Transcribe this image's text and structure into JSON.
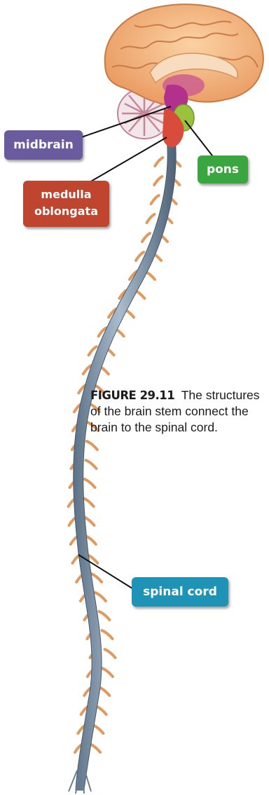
{
  "labels": {
    "midbrain": "midbrain",
    "pons": "pons",
    "medulla_line1": "medulla",
    "medulla_line2": "oblongata",
    "spinal_cord": "spinal cord"
  },
  "caption": {
    "figure": "FIGURE 29.11",
    "text": "The structures of the brain stem connect the brain to the spinal cord."
  },
  "colors": {
    "midbrain": "#6a5a9e",
    "pons": "#3aa63f",
    "medulla": "#c0452e",
    "spinal_cord": "#1f93b5",
    "brain": "#f4b37e",
    "spinal_cord_body": "#8ea3b6",
    "nerve": "#e09a60"
  }
}
